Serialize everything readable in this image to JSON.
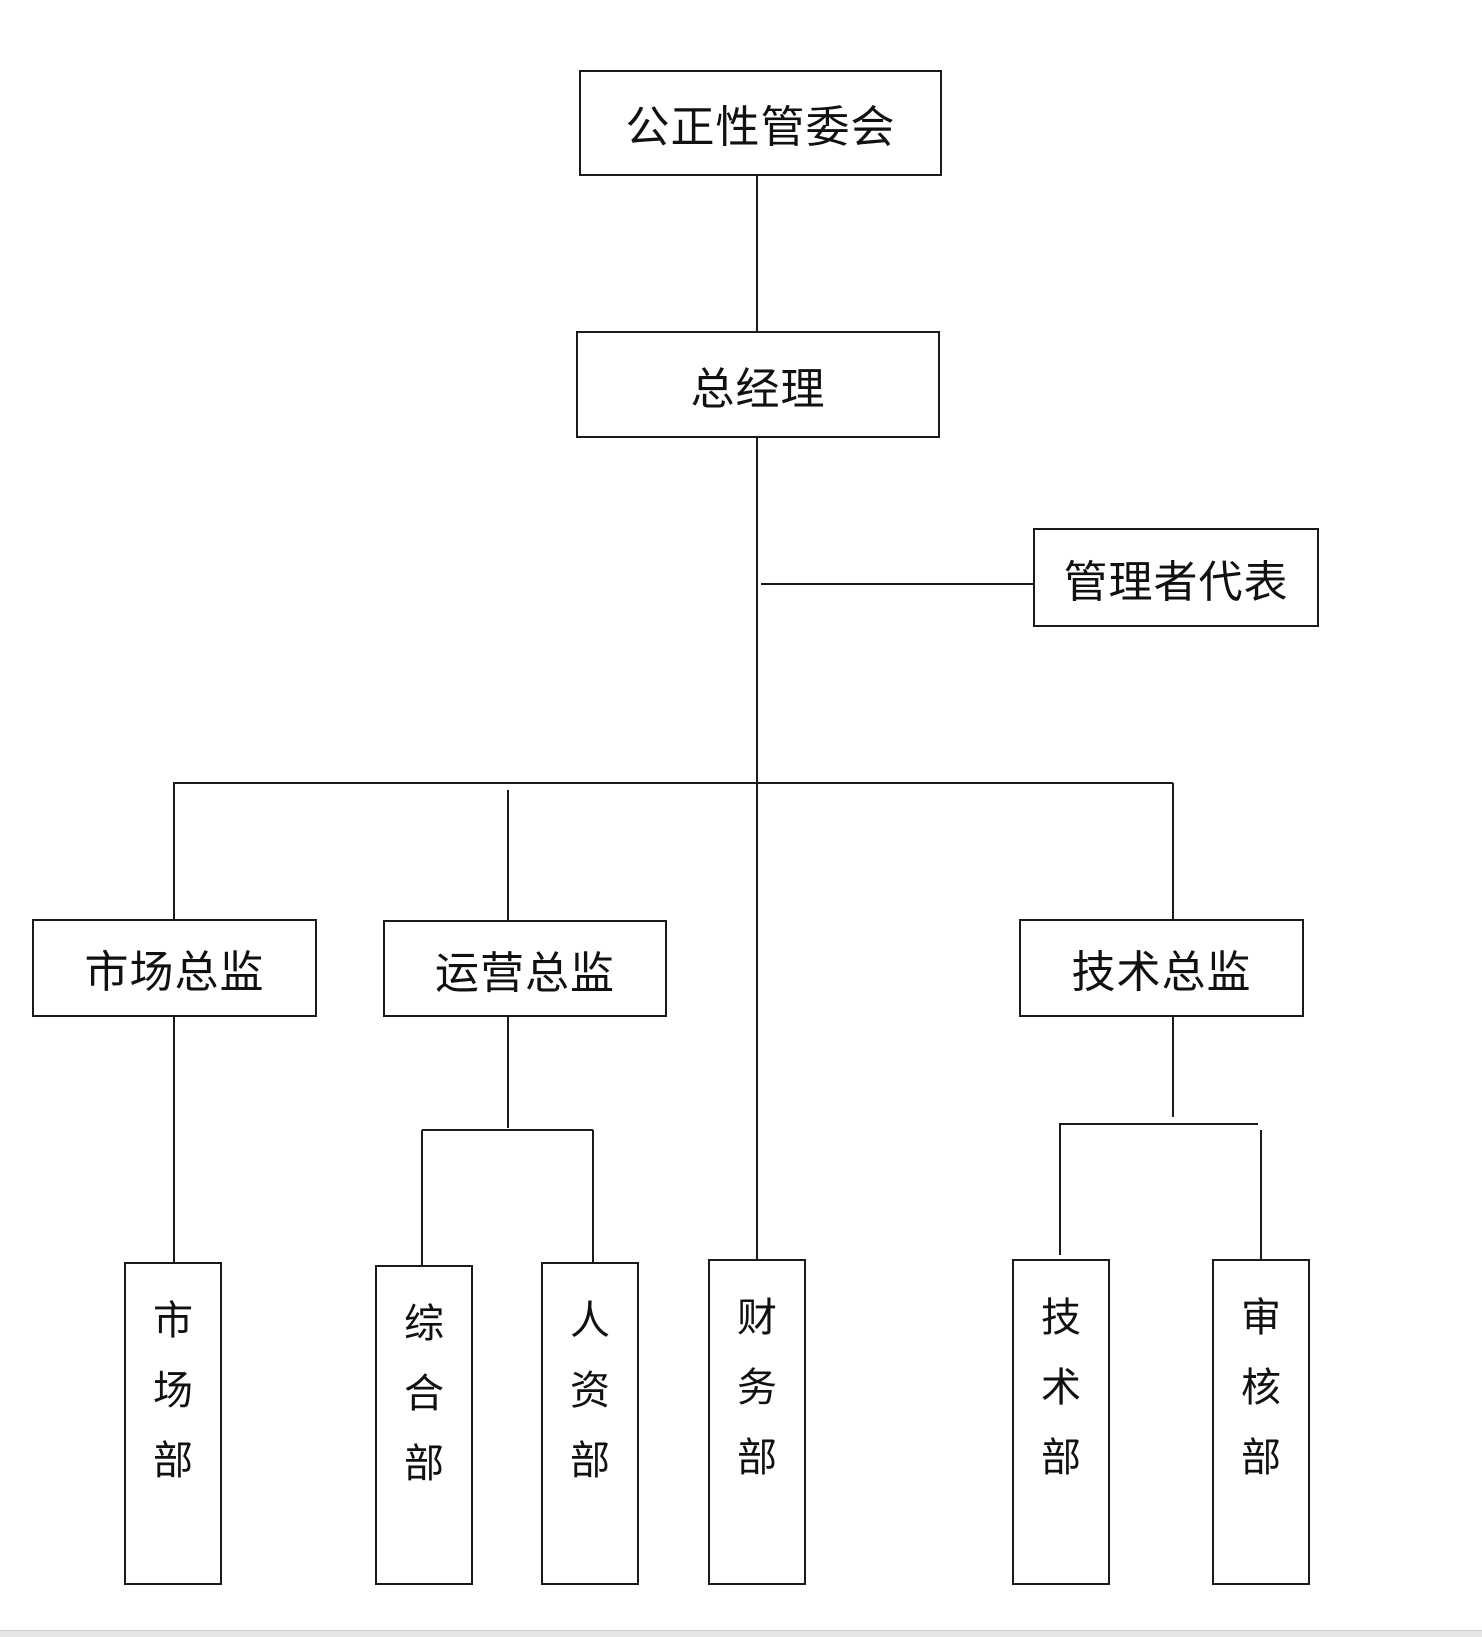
{
  "chart": {
    "top": "公正性管委会",
    "general_manager": "总经理",
    "management_rep": "管理者代表",
    "directors": {
      "market": "市场总监",
      "operations": "运营总监",
      "technology": "技术总监"
    },
    "departments": {
      "market": "市场部",
      "general": "综合部",
      "hr": "人资部",
      "finance": "财务部",
      "tech": "技术部",
      "audit": "审核部"
    }
  },
  "colors": {
    "line": "#1a1a1a",
    "text": "#111111",
    "background": "#ffffff"
  }
}
